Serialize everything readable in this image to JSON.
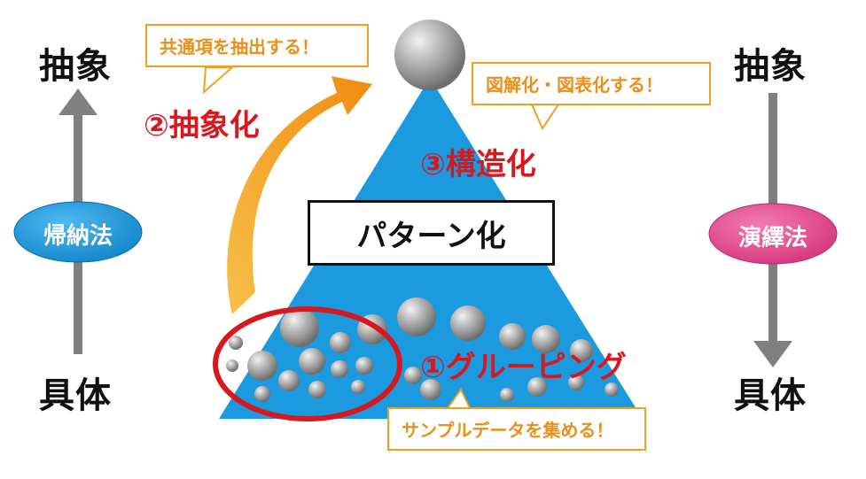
{
  "left_column": {
    "top": "抽象",
    "method": "帰納法",
    "bottom": "具体"
  },
  "right_column": {
    "top": "抽象",
    "method": "演繹法",
    "bottom": "具体"
  },
  "center": {
    "pattern": "パターン化"
  },
  "steps": {
    "grouping": "①グルーピング",
    "abstraction": "②抽象化",
    "structuring": "③構造化"
  },
  "callouts": {
    "grouping": "サンプルデータを集める！",
    "abstraction": "共通項を抽出する！",
    "structuring": "図解化・図表化する！"
  },
  "colors": {
    "pyramid": "#1b9ae0",
    "induction": "#1b9ae0",
    "deduction": "#e5498f",
    "step_red": "#d7181f",
    "callout_orange": "#f0a020",
    "arrow_gray": "#808080"
  }
}
